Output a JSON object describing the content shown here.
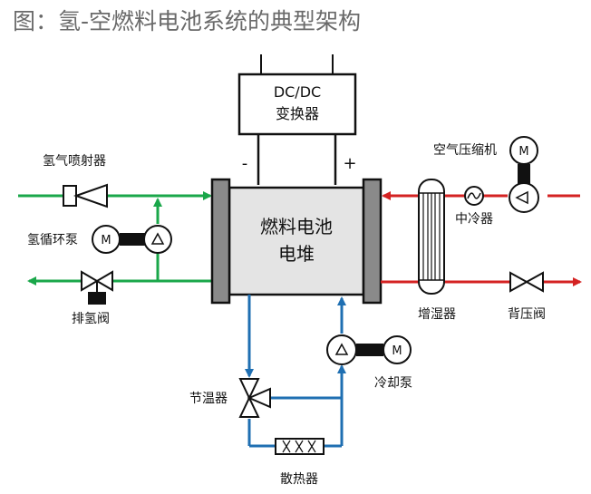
{
  "title": "图：氢-空燃料电池系统的典型架构",
  "converter": {
    "line1": "DC/DC",
    "line2": "变换器"
  },
  "polarity": {
    "minus": "-",
    "plus": "+"
  },
  "stack": {
    "line1": "燃料电池",
    "line2": "电堆"
  },
  "labels": {
    "injector": "氢气喷射器",
    "recirc_pump": "氢循环泵",
    "purge_valve": "排氢阀",
    "compressor": "空气压缩机",
    "intercooler": "中冷器",
    "humidifier": "增湿器",
    "back_valve": "背压阀",
    "thermostat": "节温器",
    "coolant_pump": "冷却泵",
    "radiator": "散热器"
  },
  "motor_symbol": "M",
  "colors": {
    "hydrogen": "#1aa74a",
    "air": "#d42222",
    "coolant": "#1f6fb2",
    "stroke": "#111111"
  }
}
